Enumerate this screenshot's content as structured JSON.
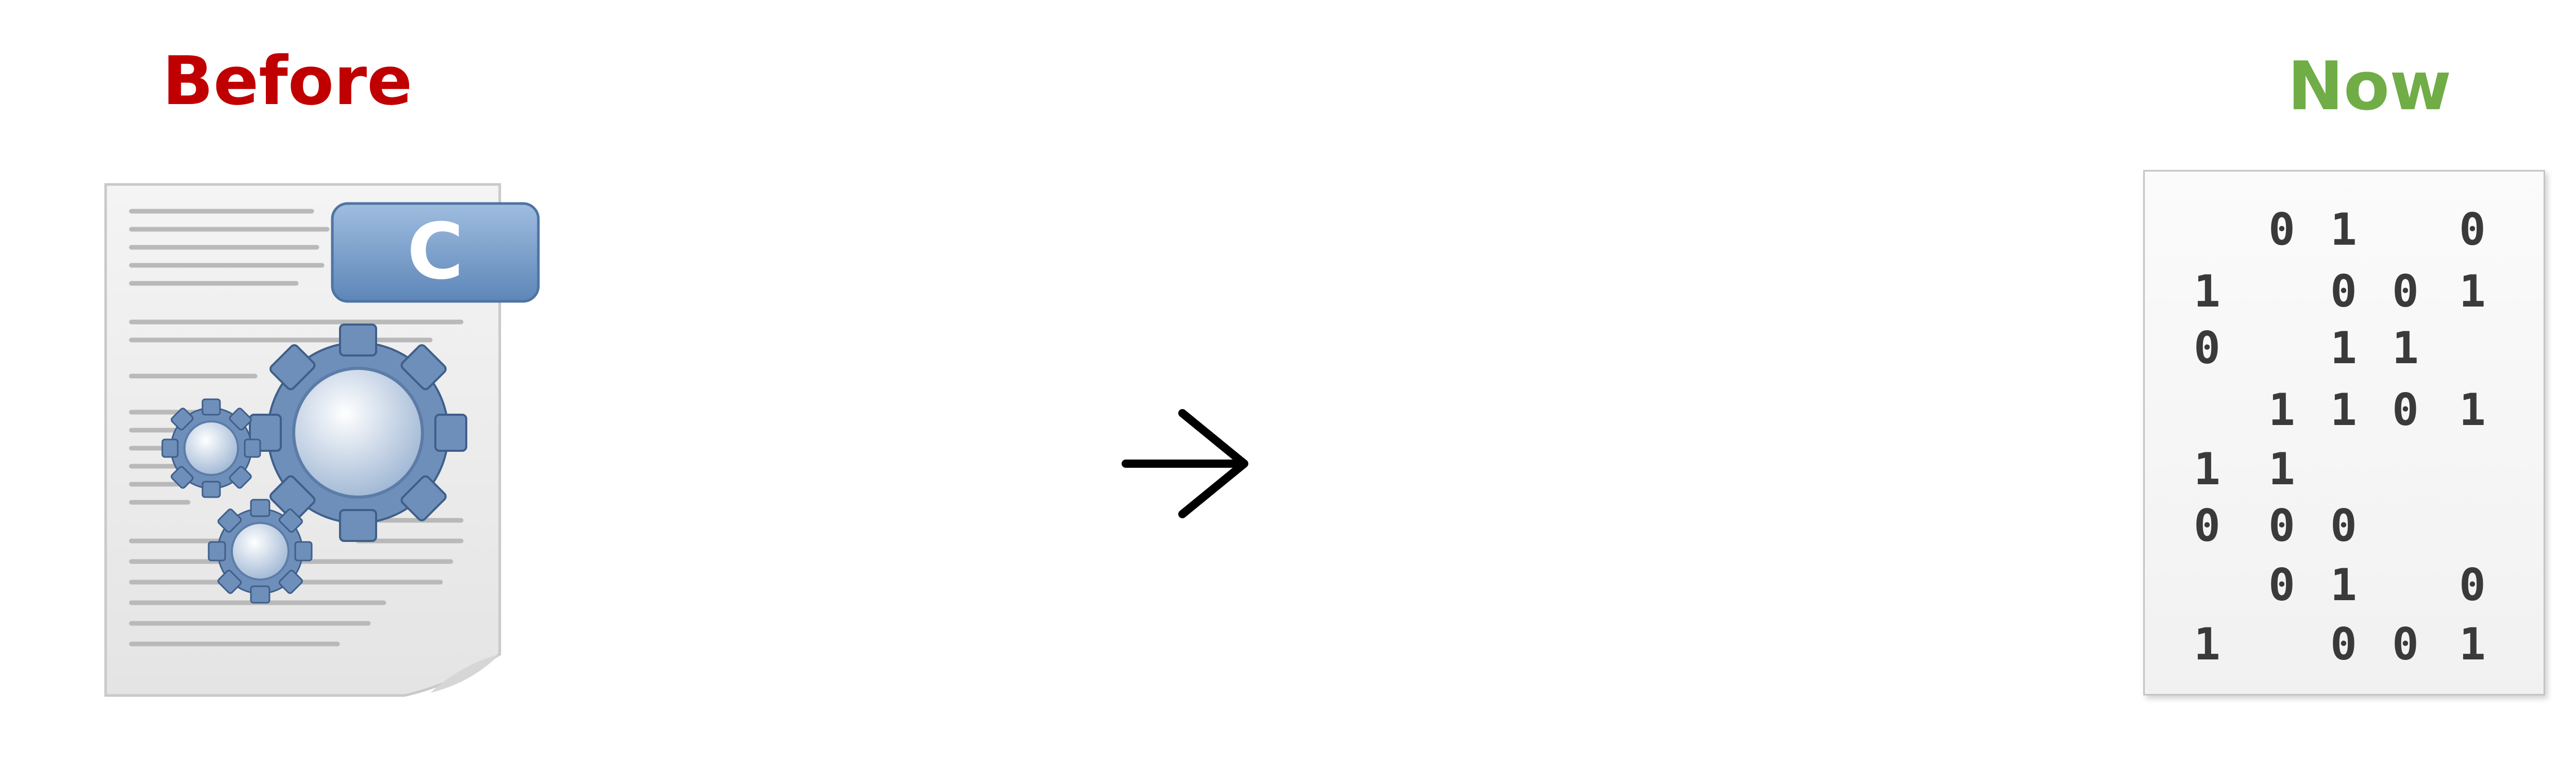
{
  "before": {
    "label": "Before",
    "color": "#c00000",
    "icon": "c-source-file-gears-icon",
    "badge": "C"
  },
  "arrow": {
    "glyph": "→"
  },
  "now": {
    "label": "Now",
    "color": "#70ad47",
    "icon": "binary-file-icon",
    "binary_rows": [
      [
        "",
        "0",
        "1",
        "",
        "0"
      ],
      [
        "1",
        "",
        "0",
        "0",
        "1"
      ],
      [
        "0",
        "",
        "1",
        "1",
        ""
      ],
      [
        "",
        "1",
        "1",
        "0",
        "1"
      ],
      [
        "1",
        "1",
        "",
        "",
        ""
      ],
      [
        "0",
        "0",
        "0",
        "",
        ""
      ],
      [
        "",
        "0",
        "1",
        "",
        "0"
      ],
      [
        "1",
        "",
        "0",
        "0",
        "1"
      ]
    ]
  }
}
